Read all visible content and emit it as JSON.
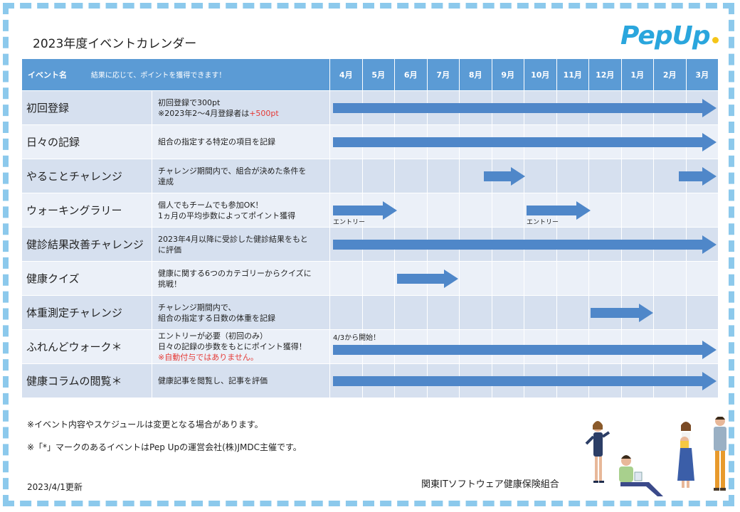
{
  "title": "2023年度イベントカレンダー",
  "logo": "PepUp",
  "header": {
    "event_col": "イベント名",
    "event_sub": "結果に応じて、ポイントを獲得できます！",
    "months": [
      "4月",
      "5月",
      "6月",
      "7月",
      "8月",
      "9月",
      "10月",
      "11月",
      "12月",
      "1月",
      "2月",
      "3月"
    ]
  },
  "events": [
    {
      "name": "初回登録",
      "desc": [
        "初回登録で300pt",
        "※2023年2～4月登録者は"
      ],
      "desc_red": "+500pt"
    },
    {
      "name": "日々の記録",
      "desc": [
        "組合の指定する特定の項目を記録"
      ]
    },
    {
      "name": "やることチャレンジ",
      "desc": [
        "チャレンジ期間内で、組合が決めた条件を",
        "達成"
      ]
    },
    {
      "name": "ウォーキングラリー",
      "desc": [
        "個人でもチームでも参加OK！",
        "1ヵ月の平均歩数によってポイント獲得"
      ],
      "notes": [
        "エントリー",
        "エントリー"
      ]
    },
    {
      "name": "健診結果改善チャレンジ",
      "desc": [
        "2023年4月以降に受診した健診結果をもと",
        "に評価"
      ]
    },
    {
      "name": "健康クイズ",
      "desc": [
        "健康に関する6つのカテゴリーからクイズに",
        "挑戦！"
      ]
    },
    {
      "name": "体重測定チャレンジ",
      "desc": [
        "チャレンジ期間内で、",
        "組合の指定する日数の体重を記録"
      ]
    },
    {
      "name": "ふれんどウォーク＊",
      "desc": [
        "エントリーが必要（初回のみ）",
        "日々の記録の歩数をもとにポイント獲得！"
      ],
      "desc_red2": "※自動付与ではありません。",
      "notes": [
        "4/3から開始！"
      ]
    },
    {
      "name": "健康コラムの閲覧＊",
      "desc": [
        "健康記事を閲覧し、記事を評価"
      ]
    }
  ],
  "footnotes": {
    "line1": "※イベント内容やスケジュールは変更となる場合があります。",
    "line2": "※「*」マークのあるイベントはPep Upの運営会社(株)JMDC主催です。",
    "updated": "2023/4/1更新",
    "org": "関東ITソフトウェア健康保険組合"
  }
}
